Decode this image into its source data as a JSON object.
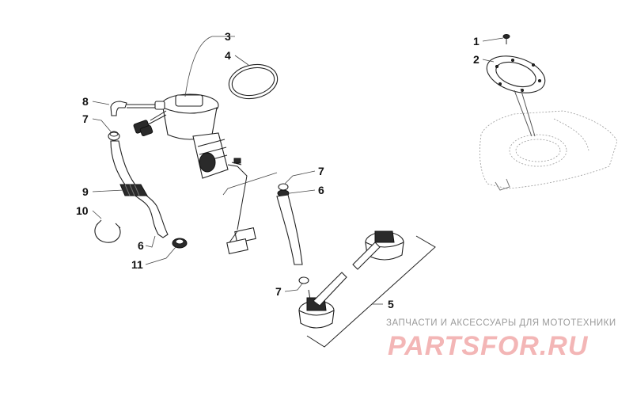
{
  "callouts": {
    "c1": "1",
    "c2": "2",
    "c3": "3",
    "c4": "4",
    "c5": "5",
    "c6a": "6",
    "c6b": "6",
    "c7a": "7",
    "c7b": "7",
    "c7c": "7",
    "c8": "8",
    "c9": "9",
    "c10": "10",
    "c11": "11"
  },
  "watermark": {
    "subtitle": "ЗАПЧАСТИ И АКСЕССУАРЫ ДЛЯ МОТОТЕХНИКИ",
    "logo": "PARTSFOR.RU"
  }
}
